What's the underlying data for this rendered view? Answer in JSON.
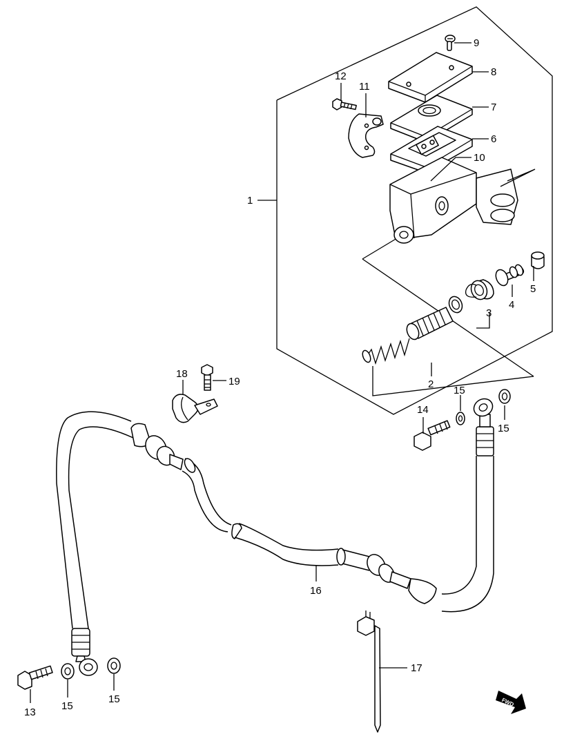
{
  "callouts": {
    "c1": "1",
    "c2": "2",
    "c3": "3",
    "c4": "4",
    "c5": "5",
    "c6": "6",
    "c7": "7",
    "c8": "8",
    "c9": "9",
    "c10": "10",
    "c11": "11",
    "c12": "12",
    "c13": "13",
    "c14": "14",
    "c15a": "15",
    "c15b": "15",
    "c15c": "15",
    "c15d": "15",
    "c16": "16",
    "c17": "17",
    "c18": "18",
    "c19": "19"
  },
  "fwd_badge": "FWD"
}
